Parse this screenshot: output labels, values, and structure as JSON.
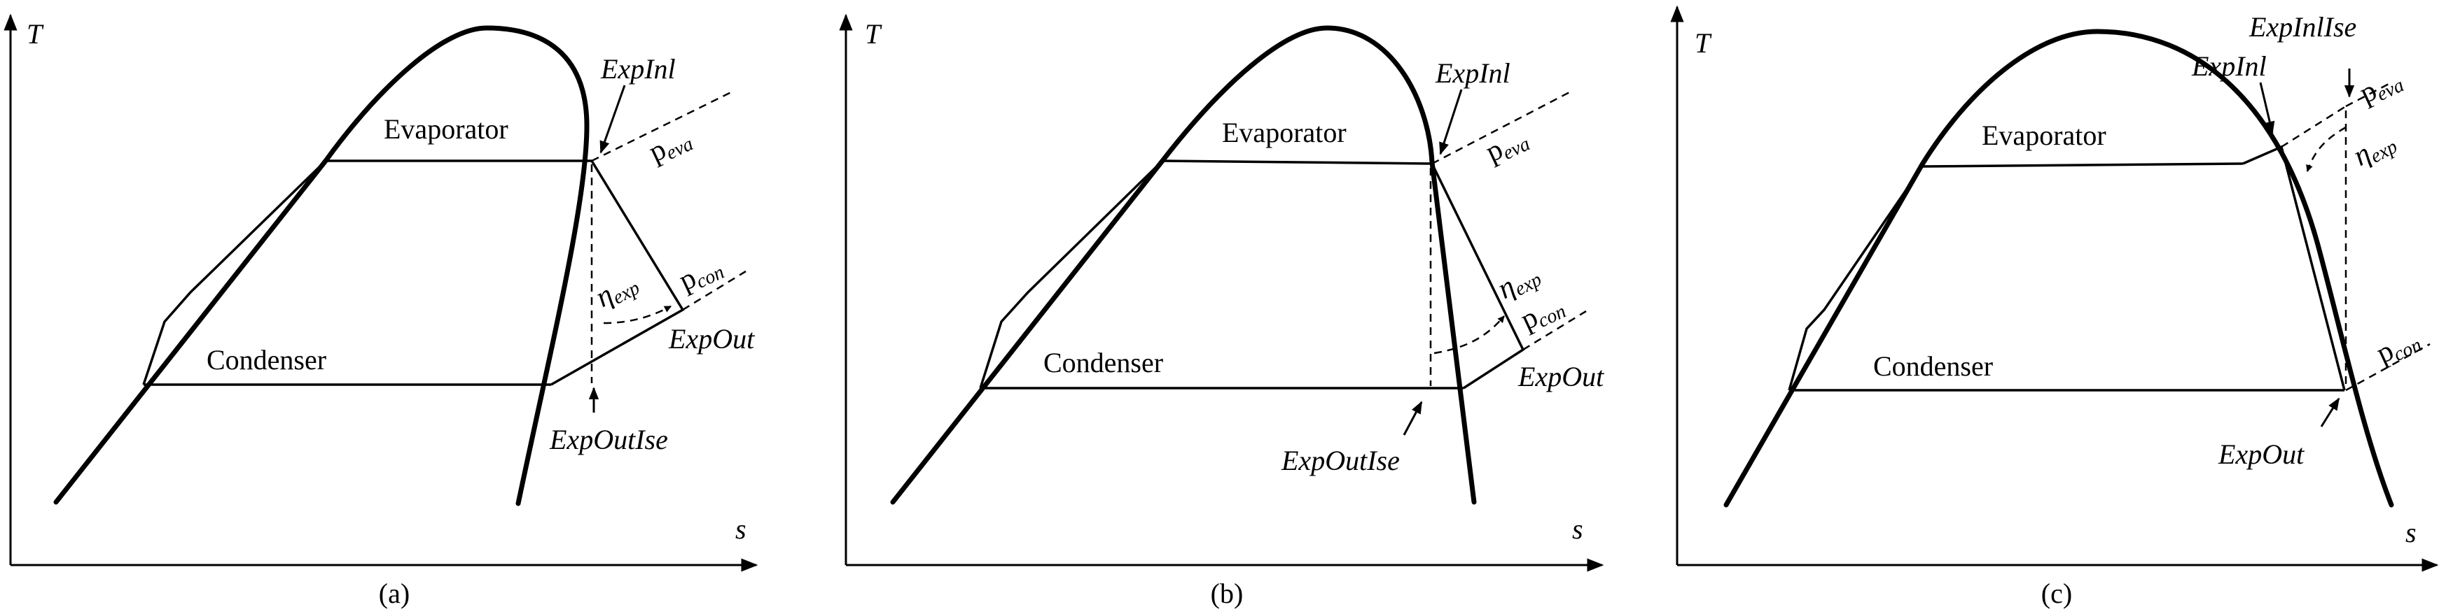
{
  "panels": [
    {
      "id": "a",
      "caption": "(a)",
      "axis_y": "T",
      "axis_x": "s",
      "evaporator": "Evaporator",
      "condenser": "Condenser",
      "exp_inl": "ExpInl",
      "exp_out": "ExpOut",
      "exp_out_ise": "ExpOutIse",
      "p_eva_main": "p",
      "p_eva_sub": "eva",
      "p_con_main": "p",
      "p_con_sub": "con",
      "eta_main": "η",
      "eta_sub": "exp"
    },
    {
      "id": "b",
      "caption": "(b)",
      "axis_y": "T",
      "axis_x": "s",
      "evaporator": "Evaporator",
      "condenser": "Condenser",
      "exp_inl": "ExpInl",
      "exp_out": "ExpOut",
      "exp_out_ise": "ExpOutIse",
      "p_eva_main": "p",
      "p_eva_sub": "eva",
      "p_con_main": "p",
      "p_con_sub": "con",
      "eta_main": "η",
      "eta_sub": "exp"
    },
    {
      "id": "c",
      "caption": "(c)",
      "axis_y": "T",
      "axis_x": "s",
      "evaporator": "Evaporator",
      "condenser": "Condenser",
      "exp_inl": "ExpInl",
      "exp_inl_ise": "ExpInlIse",
      "exp_out": "ExpOut",
      "p_eva_main": "p",
      "p_eva_sub": "eva",
      "p_con_main": "p",
      "p_con_sub": "con",
      "eta_main": "η",
      "eta_sub": "exp"
    }
  ]
}
